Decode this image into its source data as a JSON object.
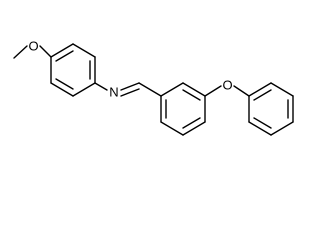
{
  "molecule": {
    "atom_labels": {
      "methoxy_oxygen": "O",
      "imine_nitrogen": "N",
      "ether_oxygen": "O"
    }
  }
}
